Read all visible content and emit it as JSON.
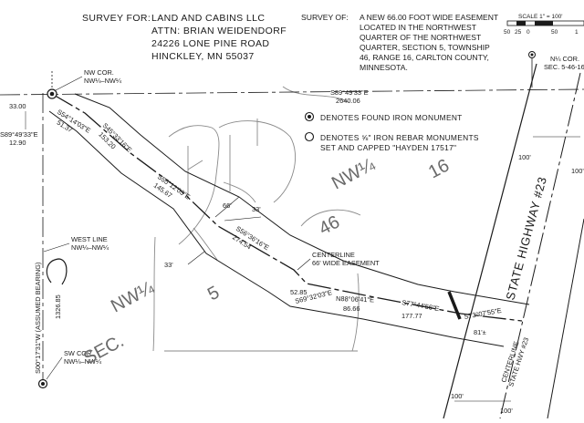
{
  "header": {
    "survey_for_label": "SURVEY FOR:",
    "client_lines": [
      "LAND AND CABINS LLC",
      "ATTN: BRIAN WEIDENDORF",
      "24226 LONE PINE ROAD",
      "HINCKLEY, MN 55037"
    ],
    "survey_of_label": "SURVEY OF:",
    "description_lines": [
      "A NEW 66.00 FOOT WIDE EASEMENT",
      "LOCATED IN THE NORTHWEST",
      "QUARTER OF THE NORTHWEST",
      "QUARTER, SECTION 5, TOWNSHIP",
      "46, RANGE 16, CARLTON COUNTY,",
      "MINNESOTA."
    ]
  },
  "scale": {
    "label": "SCALE 1\" = 100'",
    "ticks": [
      "50",
      "25",
      "0",
      "50",
      "1"
    ]
  },
  "legend": {
    "found_monument": "DENOTES FOUND IRON MONUMENT",
    "set_monument_line1": "DENOTES ⅝\" IRON REBAR MONUMENTS",
    "set_monument_line2": "SET AND CAPPED \"HAYDEN 17517\""
  },
  "corners": {
    "nw_corner": [
      "NW COR.",
      "NW¼–NW¼"
    ],
    "sw_corner": [
      "SW COR.",
      "NW¼–NW¼"
    ],
    "west_line": [
      "WEST LINE",
      "NW¼–NW¼"
    ],
    "n_quarter_corner": [
      "N¼ COR.",
      "SEC. 5-46-16"
    ]
  },
  "bearings": {
    "north_line_bearing": "S89°49'33\"E",
    "north_line_distance": "2640.06",
    "left_offset_bearing": "S89°49'33\"E",
    "left_offset_distance": "12.90",
    "left_offset_top": "33.00",
    "seg1_bearing": "S54°14'03\"E",
    "seg1_distance": "51.37",
    "seg2_bearing": "S45°33'16\"E",
    "seg2_distance": "153.20",
    "seg3_bearing": "S55°12'03\"E",
    "seg3_distance": "145.67",
    "seg4_bearing": "S56°36'16\"E",
    "seg4_distance": "274.54",
    "seg5_bearing": "S69°32'03\"E",
    "seg5_distance": "52.85",
    "seg6_bearing": "N88°06'41\"E",
    "seg6_distance": "86.66",
    "seg7_bearing": "S77°44'56\"E",
    "seg7_distance": "177.77",
    "seg8_bearing": "S73°07'55\"E",
    "seg8_distance": "81'±",
    "west_line_bearing": "S00°17'31\"W (ASSUMED BEARING)",
    "west_line_distance": "1326.85"
  },
  "dimensions": {
    "width_66": "66'",
    "half_33_right": "33'",
    "half_33_left": "33'",
    "row_100": [
      "100'",
      "100'",
      "100'",
      "100'"
    ]
  },
  "labels": {
    "centerline_easement": [
      "CENTERLINE",
      "66' WIDE EASEMENT"
    ],
    "highway": "STATE HIGHWAY #23",
    "highway_centerline": [
      "CENTERLINE",
      "STATE HWY #23"
    ],
    "sec_label": "SEC.",
    "sec_nw": "NW¼",
    "sec_num": "5",
    "grid_nw": "NW¼",
    "grid_46": "46",
    "grid_16": "16"
  }
}
